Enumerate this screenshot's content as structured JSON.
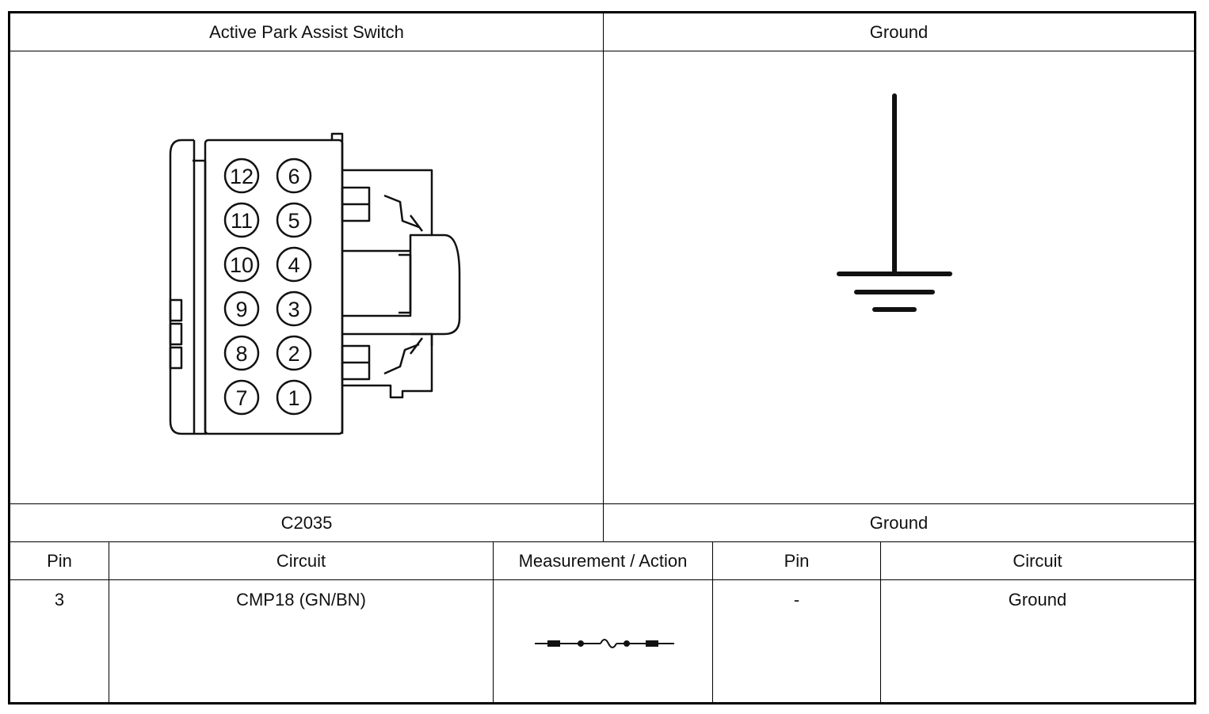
{
  "header": {
    "left_title": "Active Park Assist Switch",
    "right_title": "Ground"
  },
  "connector": {
    "pins": [
      "12",
      "6",
      "11",
      "5",
      "10",
      "4",
      "9",
      "3",
      "8",
      "2",
      "7",
      "1"
    ]
  },
  "labels": {
    "left_connector": "C2035",
    "right_connector": "Ground"
  },
  "table": {
    "headers": [
      "Pin",
      "Circuit",
      "Measurement / Action",
      "Pin",
      "Circuit"
    ],
    "rows": [
      {
        "pin_a": "3",
        "circuit_a": "CMP18 (GN/BN)",
        "measurement_icon": "resistance-meter-icon",
        "pin_b": "-",
        "circuit_b": "Ground"
      }
    ]
  }
}
